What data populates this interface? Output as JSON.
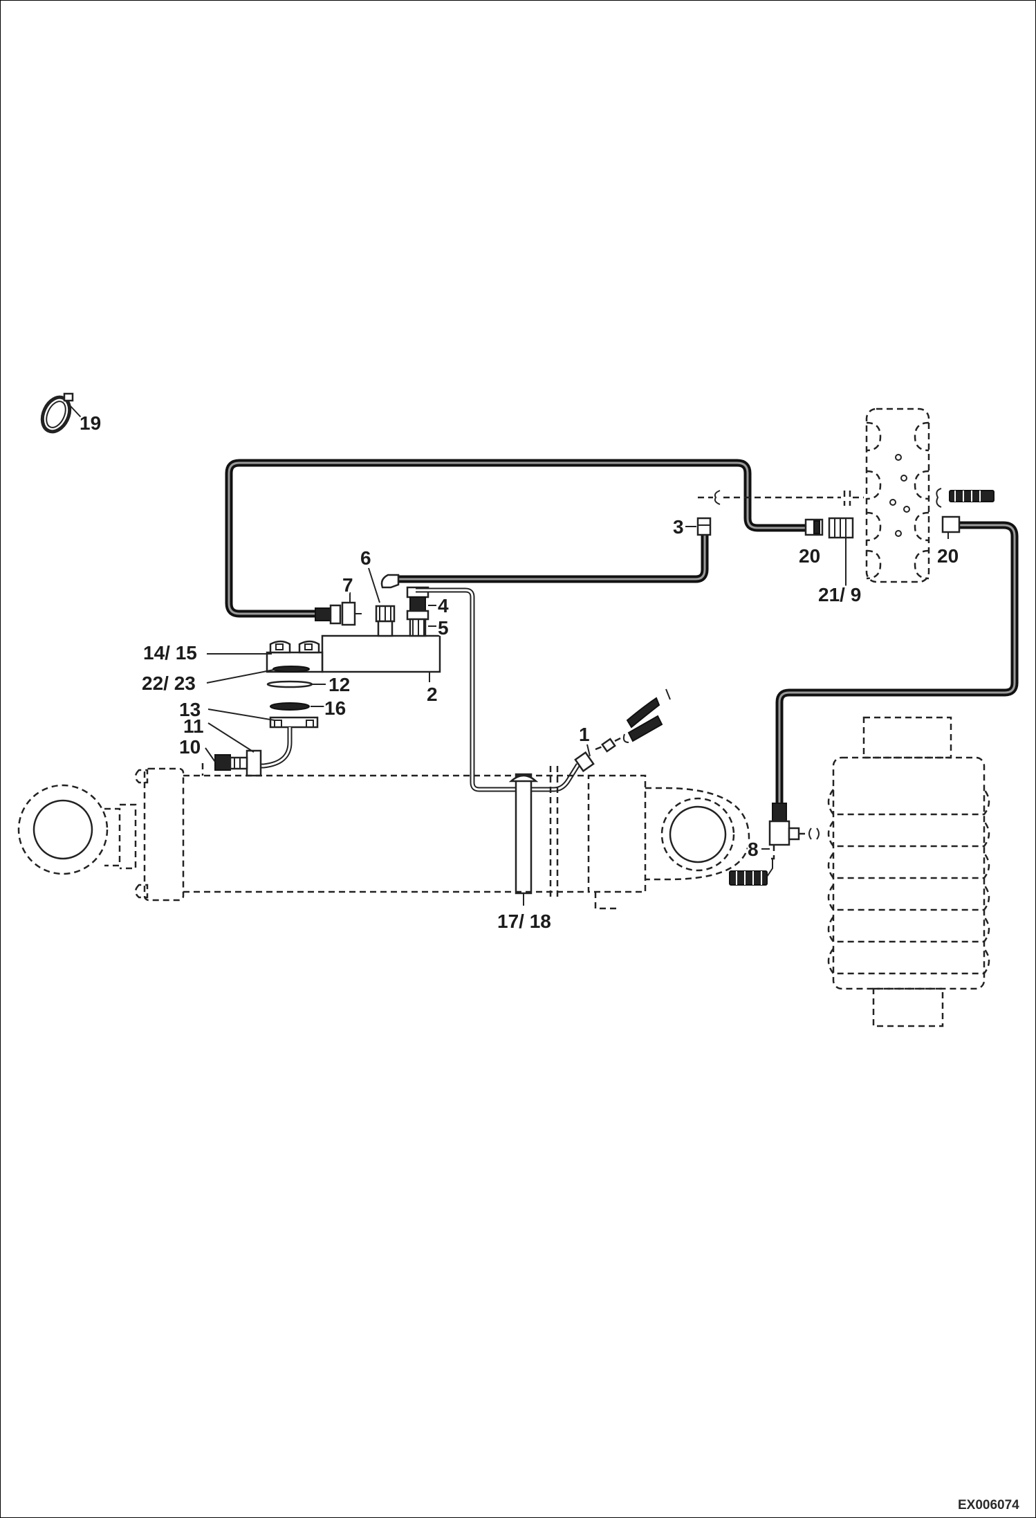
{
  "drawing_code": "EX006074",
  "callouts": {
    "c19": "19",
    "c3": "3",
    "c6": "6",
    "c7": "7",
    "c4": "4",
    "c5": "5",
    "c20a": "20",
    "c20b": "20",
    "c21_9": "21/ 9",
    "c14_15": "14/ 15",
    "c22_23": "22/ 23",
    "c12": "12",
    "c2": "2",
    "c13": "13",
    "c16": "16",
    "c11": "11",
    "c10": "10",
    "c1": "1",
    "c8": "8",
    "c17_18": "17/ 18"
  }
}
